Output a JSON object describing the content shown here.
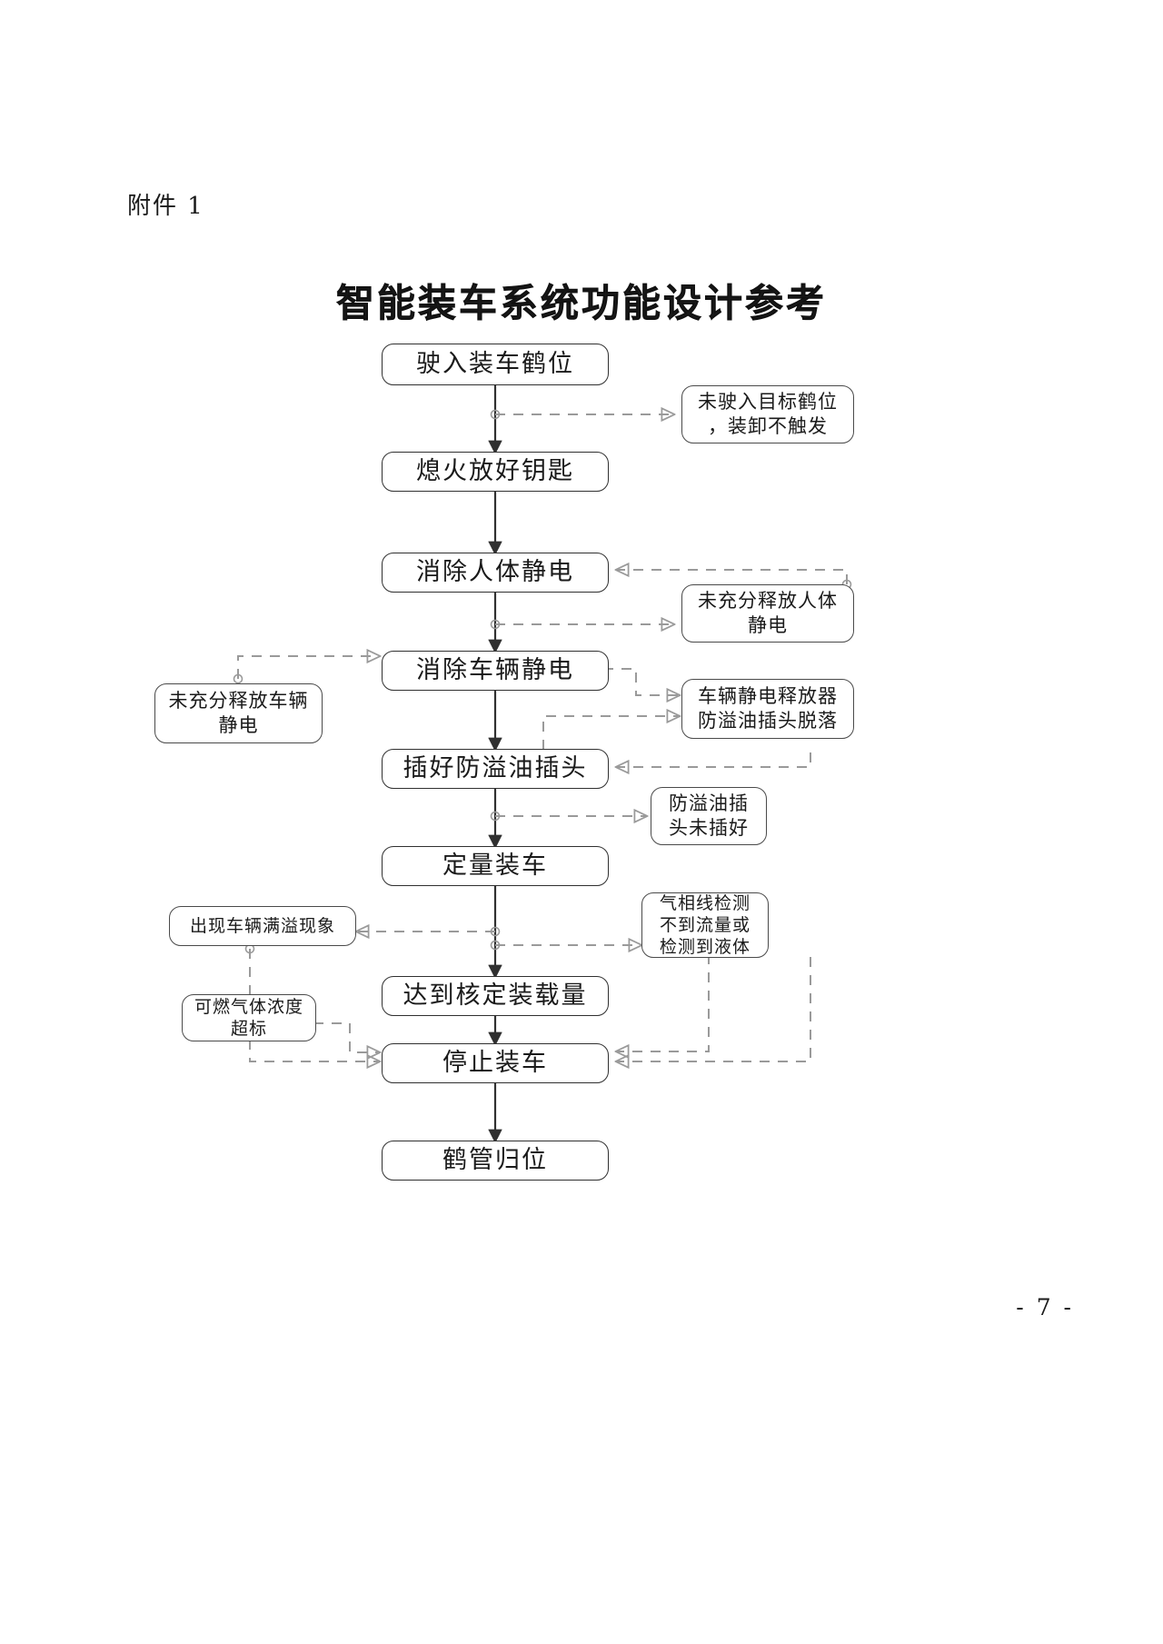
{
  "document": {
    "attachment_label": "附件 1",
    "title": "智能装车系统功能设计参考",
    "page_number": "- 7 -"
  },
  "chart_data": {
    "type": "diagram",
    "title": "智能装车系统功能设计参考",
    "nodes": [
      {
        "id": "n1",
        "label": "驶入装车鹤位",
        "kind": "step"
      },
      {
        "id": "n2",
        "label": "熄火放好钥匙",
        "kind": "step"
      },
      {
        "id": "n3",
        "label": "消除人体静电",
        "kind": "step"
      },
      {
        "id": "n4",
        "label": "消除车辆静电",
        "kind": "step"
      },
      {
        "id": "n5",
        "label": "插好防溢油插头",
        "kind": "step"
      },
      {
        "id": "n6",
        "label": "定量装车",
        "kind": "step"
      },
      {
        "id": "n7",
        "label": "达到核定装载量",
        "kind": "step"
      },
      {
        "id": "n8",
        "label": "停止装车",
        "kind": "step"
      },
      {
        "id": "n9",
        "label": "鹤管归位",
        "kind": "step"
      }
    ],
    "notes": [
      {
        "id": "c1",
        "label": "未驶入目标鹤位\n，装卸不触发",
        "kind": "condition"
      },
      {
        "id": "c2",
        "label": "未充分释放人体\n静电",
        "kind": "condition"
      },
      {
        "id": "c3",
        "label": "未充分释放车辆\n静电",
        "kind": "condition"
      },
      {
        "id": "c4",
        "label": "车辆静电释放器\n防溢油插头脱落",
        "kind": "condition"
      },
      {
        "id": "c5",
        "label": "防溢油插\n头未插好",
        "kind": "condition"
      },
      {
        "id": "c6",
        "label": "出现车辆满溢现象",
        "kind": "condition"
      },
      {
        "id": "c7",
        "label": "气相线检测\n不到流量或\n检测到液体",
        "kind": "condition"
      },
      {
        "id": "c8",
        "label": "可燃气体浓度\n超标",
        "kind": "condition"
      }
    ],
    "flow_sequence": [
      "驶入装车鹤位",
      "熄火放好钥匙",
      "消除人体静电",
      "消除车辆静电",
      "插好防溢油插头",
      "定量装车",
      "达到核定装载量",
      "停止装车",
      "鹤管归位"
    ],
    "edges": [
      {
        "from": "n1",
        "to": "n2",
        "style": "solid"
      },
      {
        "from": "n2",
        "to": "n3",
        "style": "solid"
      },
      {
        "from": "n3",
        "to": "n4",
        "style": "solid"
      },
      {
        "from": "n4",
        "to": "n5",
        "style": "solid"
      },
      {
        "from": "n5",
        "to": "n6",
        "style": "solid"
      },
      {
        "from": "n6",
        "to": "n7",
        "style": "solid"
      },
      {
        "from": "n7",
        "to": "n8",
        "style": "solid"
      },
      {
        "from": "n8",
        "to": "n9",
        "style": "solid"
      },
      {
        "from": "n1",
        "to": "c1",
        "style": "dashed"
      },
      {
        "from": "n3",
        "to": "c2",
        "style": "dashed"
      },
      {
        "from": "c2",
        "to": "n3",
        "style": "dashed"
      },
      {
        "from": "c3",
        "to": "n4",
        "style": "dashed"
      },
      {
        "from": "n4",
        "to": "c4",
        "style": "dashed"
      },
      {
        "from": "n5",
        "to": "c5",
        "style": "dashed"
      },
      {
        "from": "c4",
        "to": "n5",
        "style": "dashed"
      },
      {
        "from": "n6",
        "to": "c6",
        "style": "dashed"
      },
      {
        "from": "n6",
        "to": "c7",
        "style": "dashed"
      },
      {
        "from": "c6",
        "to": "n8",
        "style": "dashed"
      },
      {
        "from": "c8",
        "to": "n8",
        "style": "dashed"
      },
      {
        "from": "c7",
        "to": "n8",
        "style": "dashed"
      }
    ],
    "colors": {
      "line": "#303030",
      "dashed_line": "#9a9a9a",
      "background": "#ffffff"
    }
  }
}
